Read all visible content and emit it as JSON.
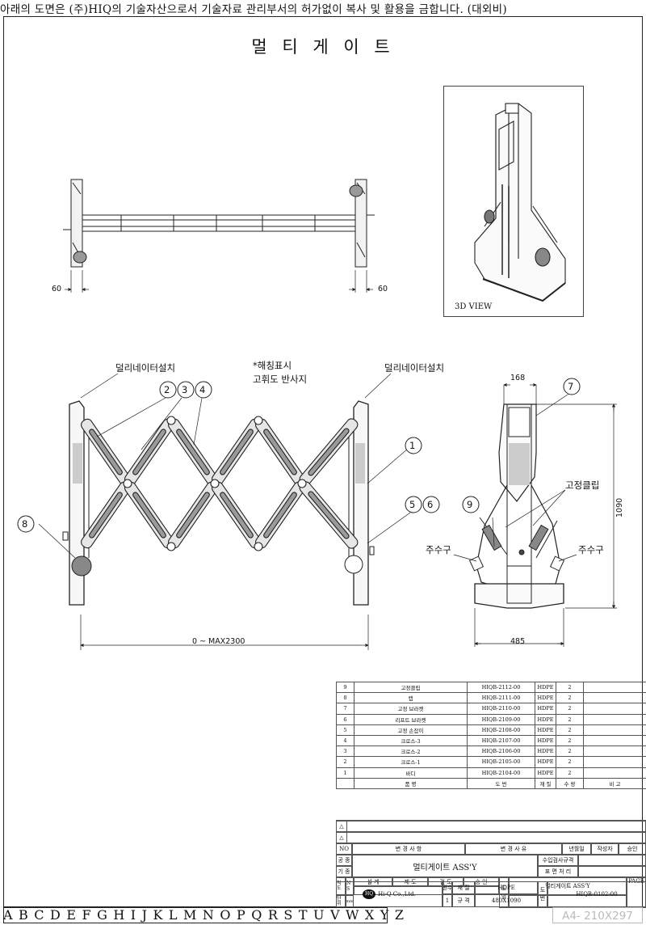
{
  "notice": "아래의 도면은 (주)HIQ의 기술자산으로서 기술자료 관리부서의 허가없이 복사 및 활용을 금합니다. (대외비)",
  "title": "멀 티 게 이 트",
  "view3d_label": "3D VIEW",
  "top_view": {
    "dim_left": "60",
    "dim_right": "60"
  },
  "front_view": {
    "label_left": "덜리네이터설치",
    "label_mid_1": "*해칭표시",
    "label_mid_2": "고휘도 반사지",
    "label_right": "덜리네이터설치",
    "balloons": [
      "2",
      "3",
      "4",
      "1",
      "5",
      "6",
      "8"
    ],
    "dim_width": "0 ~ MAX2300"
  },
  "side_view": {
    "dim_top": "168",
    "dim_height": "1090",
    "dim_base": "485",
    "label_clip": "고정클립",
    "label_left": "주수구",
    "label_right": "주수구",
    "balloons": [
      "7",
      "9"
    ]
  },
  "parts_table": {
    "rows": [
      {
        "no": "9",
        "name": "고정클립",
        "code": "HIQB-2112-00",
        "mat": "HDPE",
        "qty": "2",
        "note": ""
      },
      {
        "no": "8",
        "name": "캡",
        "code": "HIQB-2111-00",
        "mat": "HDPE",
        "qty": "2",
        "note": ""
      },
      {
        "no": "7",
        "name": "고정 브라켓",
        "code": "HIQB-2110-00",
        "mat": "HDPE",
        "qty": "2",
        "note": ""
      },
      {
        "no": "6",
        "name": "리프트 브라켓",
        "code": "HIQB-2109-00",
        "mat": "HDPE",
        "qty": "2",
        "note": ""
      },
      {
        "no": "5",
        "name": "고정 손잡이",
        "code": "HIQB-2108-00",
        "mat": "HDPE",
        "qty": "2",
        "note": ""
      },
      {
        "no": "4",
        "name": "크로스-3",
        "code": "HIQB-2107-00",
        "mat": "HDPE",
        "qty": "2",
        "note": ""
      },
      {
        "no": "3",
        "name": "크로스-2",
        "code": "HIQB-2106-00",
        "mat": "HDPE",
        "qty": "2",
        "note": ""
      },
      {
        "no": "2",
        "name": "크로스-1",
        "code": "HIQB-2105-00",
        "mat": "HDPE",
        "qty": "2",
        "note": ""
      },
      {
        "no": "1",
        "name": "바디",
        "code": "HIQB-2104-00",
        "mat": "HDPE",
        "qty": "2",
        "note": ""
      }
    ],
    "header": {
      "name": "품 명",
      "code": "도 번",
      "mat": "재 질",
      "qty": "수 량",
      "note": "비 고"
    }
  },
  "title_block": {
    "rev_header": {
      "no": "NO",
      "change": "변 경 사 항",
      "reason": "변 경 사 유",
      "date": "년월일",
      "author": "작성자",
      "approver": "승인"
    },
    "company_label": "공 종",
    "period_label": "기 종",
    "assembly_name": "멀티게이트 ASS'Y",
    "inspect_label": "수입검사규격",
    "surface_label": "표 면 처 리",
    "scale_label": "척 도",
    "unit_label": "단 위",
    "unit_value": "mm",
    "ns": "N S",
    "design": "설 계",
    "drafting": "제 도",
    "check": "검 도",
    "approve": "승 인",
    "drawing_label_1": "도",
    "drawing_label_2": "명",
    "drawing_name": "멀티게이트 ASS'Y",
    "page_label": "PAGE",
    "company": "Hi-Q Co.,Ltd.",
    "qty_label": "원수",
    "material_label": "재 질",
    "material_value": "HDPE",
    "spec_qty": "1",
    "spec_label": "규 격",
    "spec_value": "480X1090",
    "code_label_1": "도",
    "code_label_2": "번",
    "drawing_no": "HIQB-0102-00"
  },
  "grid_letters": "A B C D E F G H I J K L M N O P Q R S T U V W X Y Z",
  "paper_size": "A4- 210X297"
}
